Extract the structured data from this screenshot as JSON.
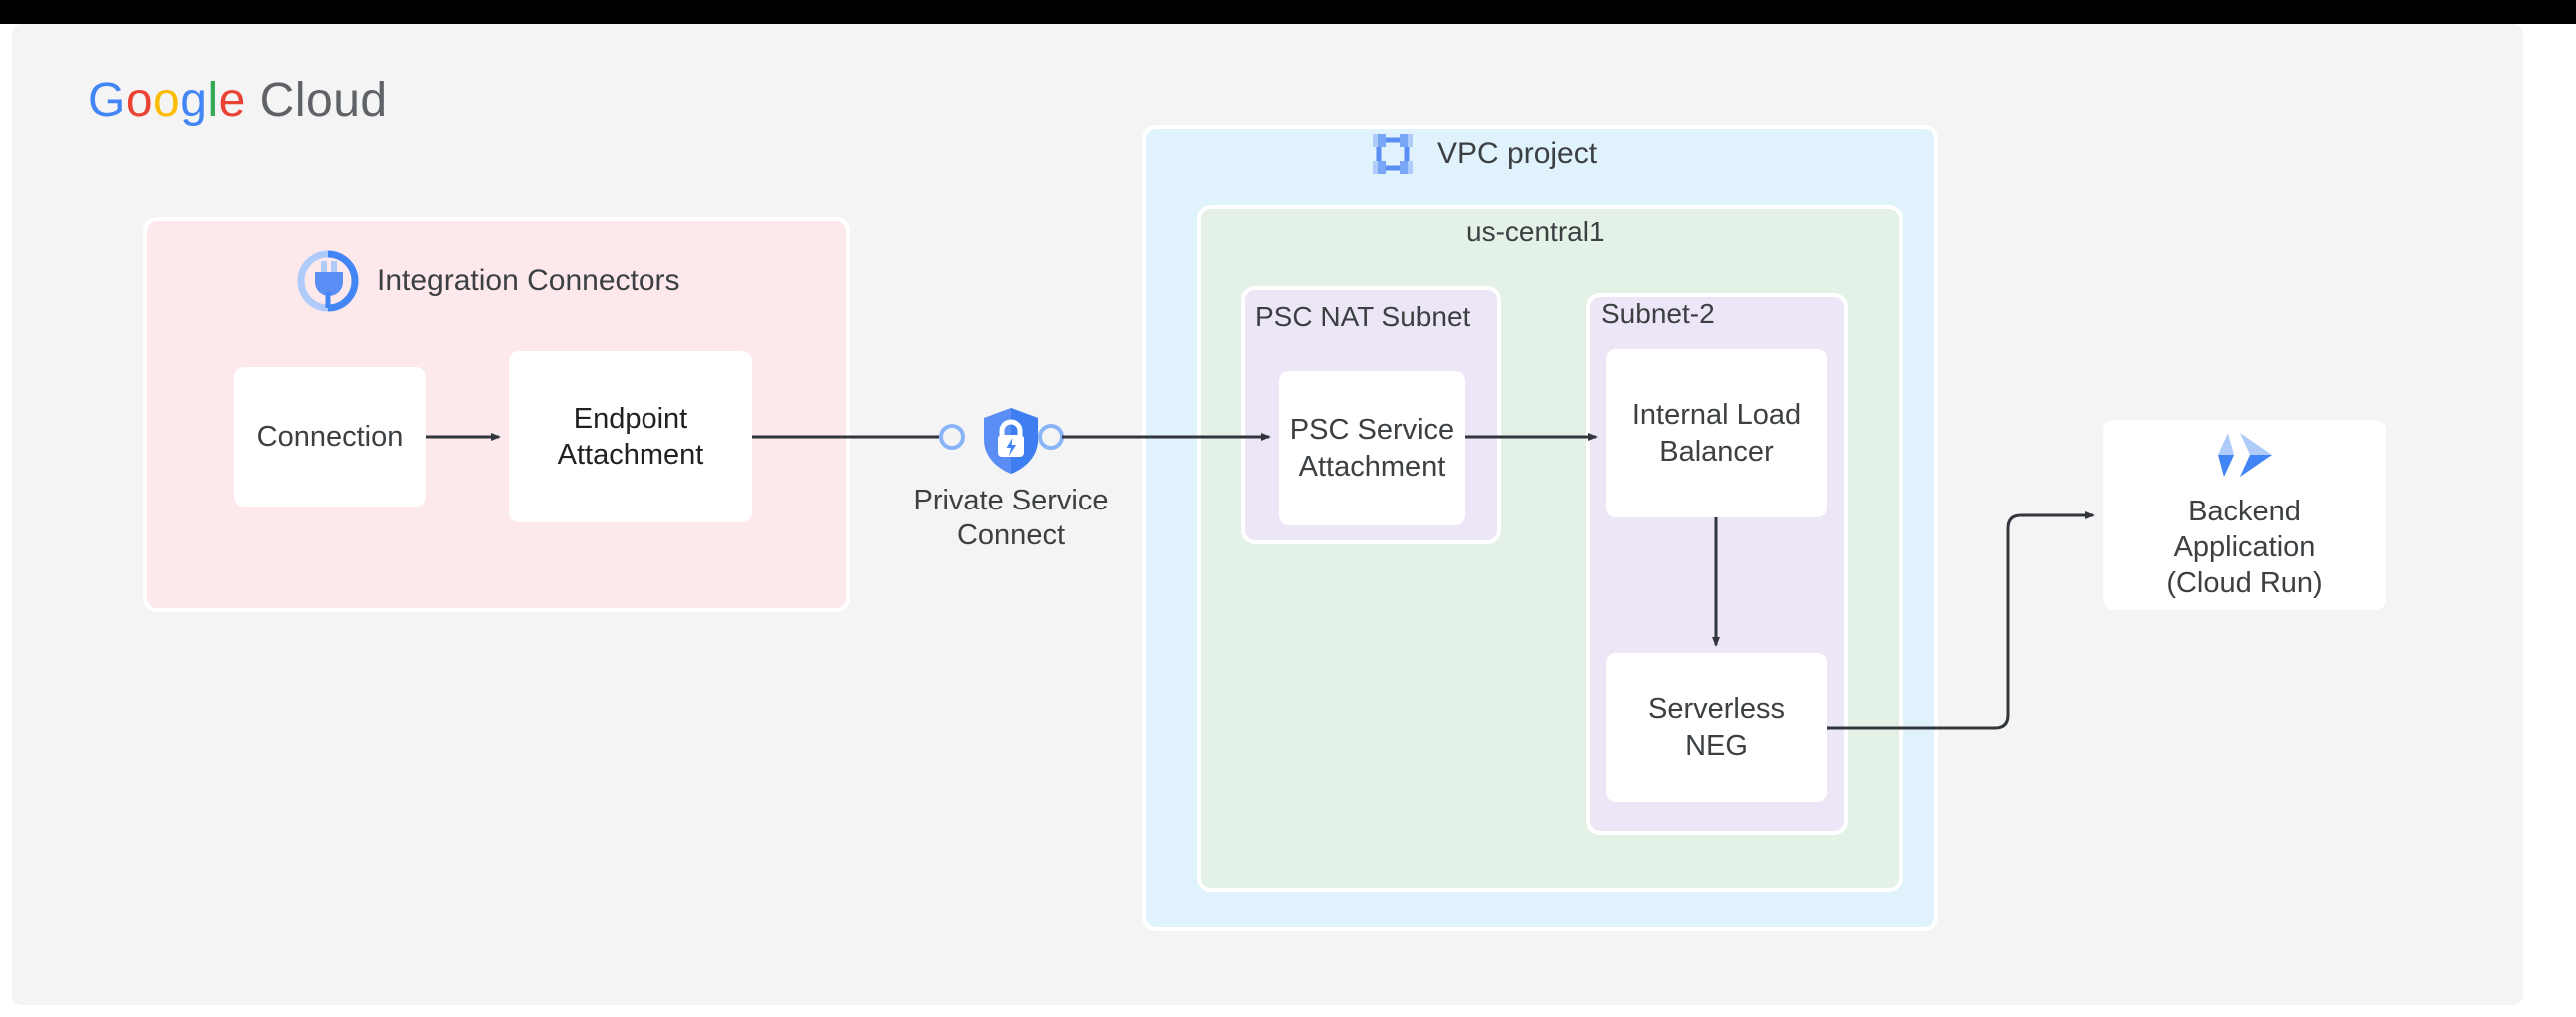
{
  "brand": {
    "logo_google": "Google",
    "logo_cloud": "Cloud",
    "colors": {
      "google_blue": "#4285F4",
      "google_red": "#EA4335",
      "google_yellow": "#FBBC05",
      "google_green": "#34A853",
      "cloud_gray": "#5F6368",
      "canvas": "#f4f4f4",
      "panel_pink": "#fde9ec",
      "panel_blue": "#e0f3fd",
      "panel_green": "#e3f1e7",
      "panel_purple": "#ece6f6",
      "node_white": "#ffffff",
      "connector": "#31353c",
      "accent_blue": "#4285F4",
      "accent_blue_light": "#8ab4f8"
    }
  },
  "groups": {
    "integration_connectors": {
      "title": "Integration Connectors",
      "icon": "integration-connectors-icon"
    },
    "vpc_project": {
      "title": "VPC project",
      "icon": "vpc-project-icon"
    },
    "region": {
      "title": "us-central1"
    },
    "psc_nat_subnet": {
      "title": "PSC NAT Subnet"
    },
    "subnet_2": {
      "title": "Subnet-2"
    }
  },
  "nodes": {
    "connection": {
      "label": "Connection"
    },
    "endpoint_attachment": {
      "label": "Endpoint\nAttachment"
    },
    "private_service_connect": {
      "label": "Private Service\nConnect",
      "icon": "shield-lock-bolt-icon"
    },
    "psc_service_attachment": {
      "label": "PSC Service\nAttachment"
    },
    "internal_load_balancer": {
      "label": "Internal Load\nBalancer"
    },
    "serverless_neg": {
      "label": "Serverless NEG"
    },
    "backend_application": {
      "label": "Backend\nApplication\n(Cloud Run)",
      "icon": "cloud-run-icon"
    }
  },
  "connections": [
    {
      "from": "connection",
      "to": "endpoint_attachment"
    },
    {
      "from": "endpoint_attachment",
      "to": "private_service_connect"
    },
    {
      "from": "private_service_connect",
      "to": "psc_service_attachment"
    },
    {
      "from": "psc_service_attachment",
      "to": "internal_load_balancer"
    },
    {
      "from": "internal_load_balancer",
      "to": "serverless_neg"
    },
    {
      "from": "serverless_neg",
      "to": "backend_application"
    }
  ]
}
